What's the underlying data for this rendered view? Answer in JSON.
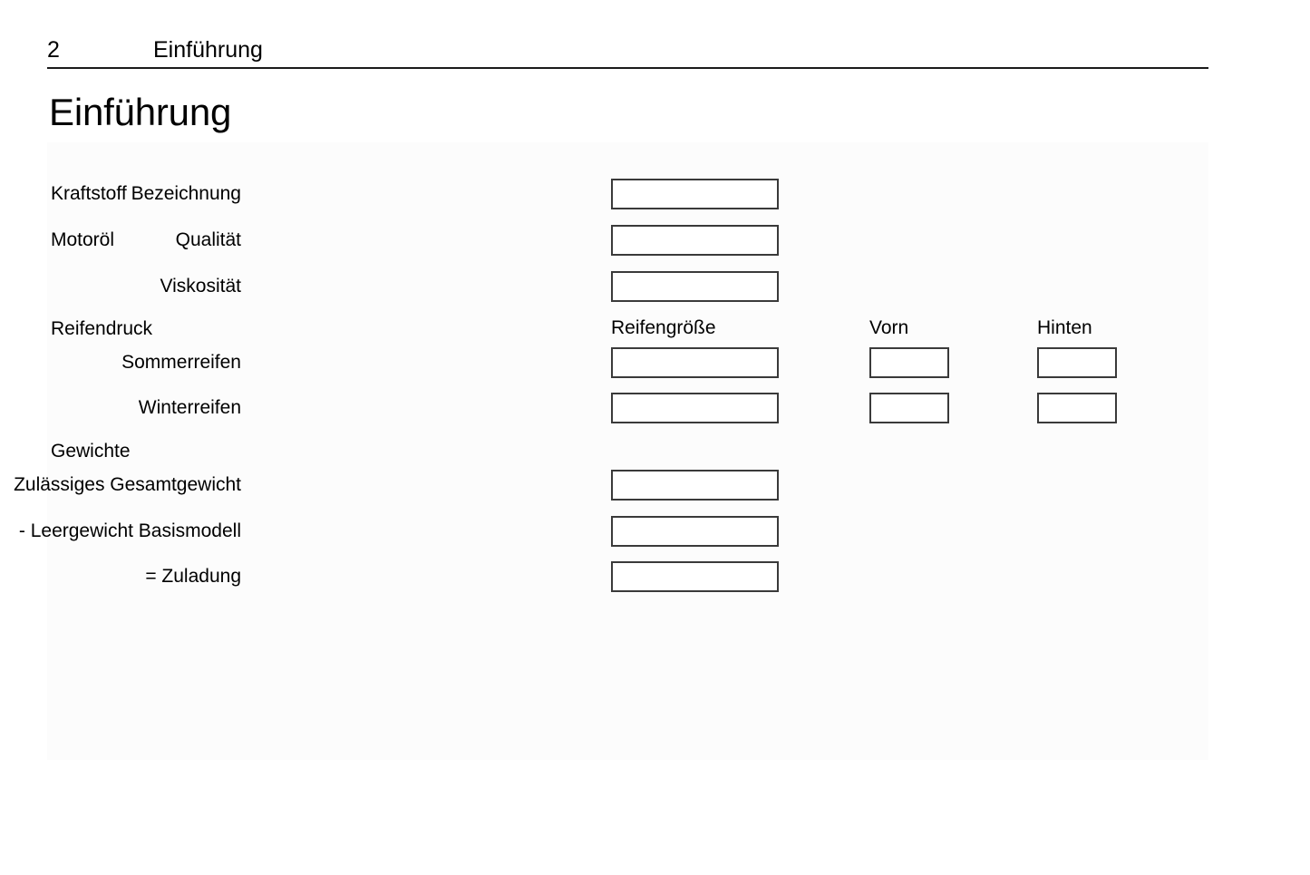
{
  "header": {
    "page_number": "2",
    "chapter_name": "Einführung"
  },
  "title": "Einführung",
  "sections": {
    "kraftstoff": "Kraftstoff",
    "motoroel": "Motoröl",
    "reifendruck": "Reifendruck",
    "gewichte": "Gewichte"
  },
  "column_headers": {
    "reifengroesse": "Reifengröße",
    "vorn": "Vorn",
    "hinten": "Hinten"
  },
  "rows": {
    "bezeichnung": {
      "label": "Bezeichnung",
      "value": ""
    },
    "qualitaet": {
      "label": "Qualität",
      "value": ""
    },
    "viskositaet": {
      "label": "Viskosität",
      "value": ""
    },
    "sommerreifen": {
      "label": "Sommerreifen",
      "size": "",
      "front": "",
      "rear": ""
    },
    "winterreifen": {
      "label": "Winterreifen",
      "size": "",
      "front": "",
      "rear": ""
    },
    "gesamtgewicht": {
      "label": "Zulässiges Gesamtgewicht",
      "value": ""
    },
    "leergewicht": {
      "label": "- Leergewicht Basismodell",
      "value": ""
    },
    "zuladung": {
      "label": "= Zuladung",
      "value": ""
    }
  },
  "colors": {
    "text": "#000000",
    "rule": "#1a1a1a",
    "box_border": "#3a3a3a",
    "panel_bg": "#fcfcfc",
    "page_bg": "#ffffff"
  }
}
